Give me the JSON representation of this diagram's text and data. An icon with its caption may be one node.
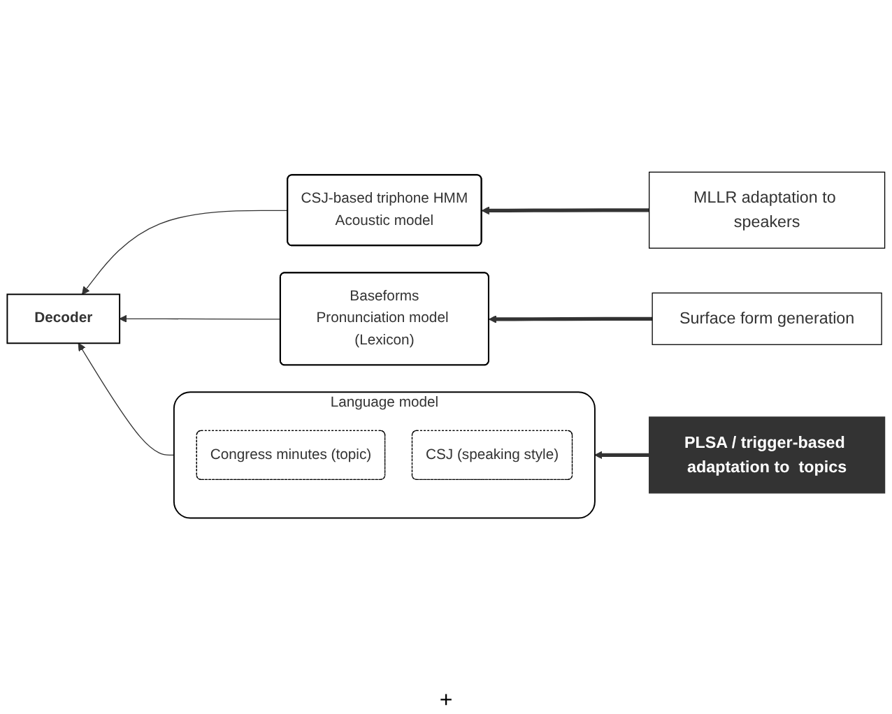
{
  "diagram": {
    "nodes": [
      {
        "text": [
          "Decoder"
        ]
      },
      {
        "text": [
          "CSJ-based triphone HMM",
          "Acoustic model"
        ]
      },
      {
        "text": [
          "MLLR adaptation to speakers"
        ]
      },
      {
        "text": [
          "Baseforms",
          "Pronunciation model (Lexicon)"
        ]
      },
      {
        "text": [
          "Surface form generation"
        ]
      },
      {
        "text": [
          "Language model"
        ]
      },
      {
        "text": [
          "Congress minutes (topic)"
        ],
        "in": 5
      },
      {
        "text": [
          "CSJ (speaking style)"
        ],
        "in": 5
      },
      {
        "text": [
          "PLSA / trigger-based adaptation to  topics"
        ]
      }
    ],
    "edges": [
      {
        "from": 2,
        "to": 1,
        "arrow": "to",
        "style": "thick"
      },
      {
        "from": 1,
        "to": 0,
        "arrow": "to"
      },
      {
        "from": 4,
        "to": 3,
        "arrow": "to",
        "style": "thick"
      },
      {
        "from": 3,
        "to": 0,
        "arrow": "to"
      },
      {
        "from": 8,
        "to": 5,
        "arrow": "to",
        "style": "thick",
        "color": "#333333"
      },
      {
        "from": 5,
        "to": 0,
        "arrow": "to"
      }
    ],
    "labels": [
      "+"
    ]
  }
}
